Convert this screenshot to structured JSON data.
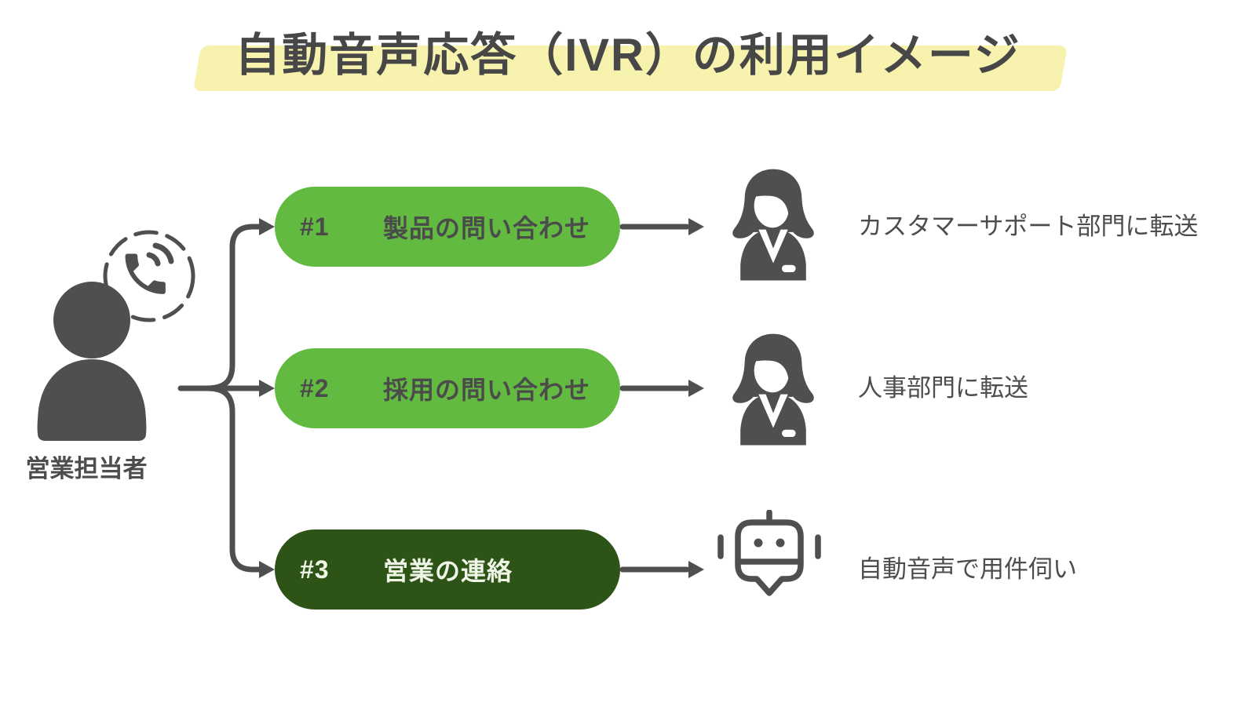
{
  "title": {
    "text": "自動音声応答（IVR）の利用イメージ"
  },
  "caller": {
    "label": "営業担当者"
  },
  "ivr_menu": {
    "options": [
      {
        "number": "#1",
        "label": "製品の問い合わせ",
        "pill_color": "#63ba41",
        "pill_text_color": "#4b4b4b",
        "destination": "カスタマーサポート部門に転送",
        "destination_icon": "female-agent-icon"
      },
      {
        "number": "#2",
        "label": "採用の問い合わせ",
        "pill_color": "#63ba41",
        "pill_text_color": "#4b4b4b",
        "destination": "人事部門に転送",
        "destination_icon": "female-agent-icon"
      },
      {
        "number": "#3",
        "label": "営業の連絡",
        "pill_color": "#2d5317",
        "pill_text_color": "#eef5e6",
        "destination": "自動音声で用件伺い",
        "destination_icon": "robot-icon"
      }
    ]
  },
  "colors": {
    "background": "#ffffff",
    "title_text": "#474747",
    "highlight_yellow": "#f7f3ae",
    "light_green": "#63ba41",
    "dark_green": "#2d5317",
    "icon_gray": "#4f4f4f",
    "label_gray": "#4d4d4d"
  }
}
